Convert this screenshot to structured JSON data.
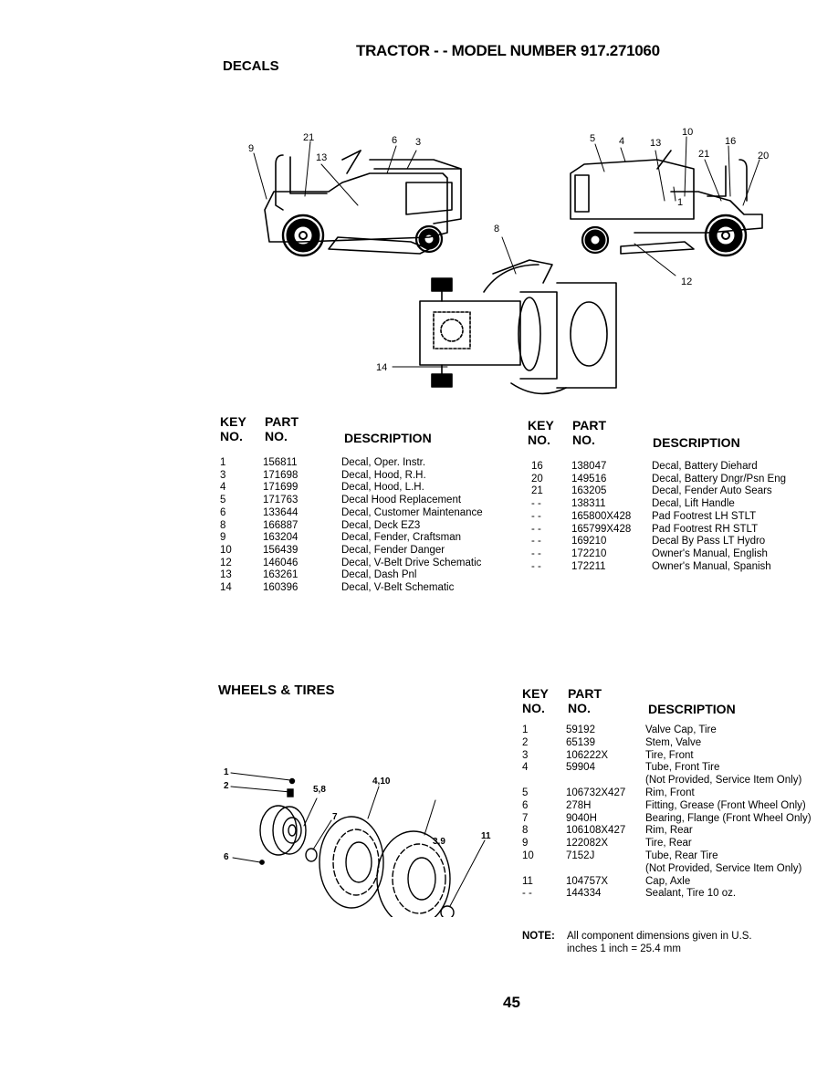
{
  "page": {
    "title": "TRACTOR - - MODEL NUMBER 917.271060",
    "page_number": "45"
  },
  "decals": {
    "section_title": "DECALS",
    "headers": {
      "key": "KEY",
      "no": "NO.",
      "part": "PART",
      "part_no": "NO.",
      "description": "DESCRIPTION"
    },
    "left_rows": [
      {
        "key": "1",
        "part": "156811",
        "desc": "Decal, Oper. Instr."
      },
      {
        "key": "3",
        "part": "171698",
        "desc": "Decal, Hood, R.H."
      },
      {
        "key": "4",
        "part": "171699",
        "desc": "Decal, Hood, L.H."
      },
      {
        "key": "5",
        "part": "171763",
        "desc": "Decal Hood Replacement"
      },
      {
        "key": "6",
        "part": "133644",
        "desc": "Decal, Customer Maintenance"
      },
      {
        "key": "8",
        "part": "166887",
        "desc": "Decal, Deck EZ3"
      },
      {
        "key": "9",
        "part": "163204",
        "desc": "Decal, Fender, Craftsman"
      },
      {
        "key": "10",
        "part": "156439",
        "desc": "Decal, Fender Danger"
      },
      {
        "key": "12",
        "part": "146046",
        "desc": "Decal, V-Belt Drive Schematic"
      },
      {
        "key": "13",
        "part": "163261",
        "desc": "Decal, Dash Pnl"
      },
      {
        "key": "14",
        "part": "160396",
        "desc": "Decal, V-Belt Schematic"
      }
    ],
    "right_rows": [
      {
        "key": "16",
        "part": "138047",
        "desc": "Decal, Battery Diehard"
      },
      {
        "key": "20",
        "part": "149516",
        "desc": "Decal, Battery Dngr/Psn Eng"
      },
      {
        "key": "21",
        "part": "163205",
        "desc": "Decal, Fender Auto Sears"
      },
      {
        "key": "- -",
        "part": "138311",
        "desc": "Decal, Lift Handle"
      },
      {
        "key": "- -",
        "part": "165800X428",
        "desc": "Pad Footrest LH STLT"
      },
      {
        "key": "- -",
        "part": "165799X428",
        "desc": "Pad Footrest RH STLT"
      },
      {
        "key": "- -",
        "part": "169210",
        "desc": "Decal By Pass  LT Hydro"
      },
      {
        "key": "- -",
        "part": "172210",
        "desc": "Owner's Manual, English"
      },
      {
        "key": "- -",
        "part": "172211",
        "desc": "Owner's Manual, Spanish"
      }
    ],
    "callouts": {
      "c9": "9",
      "c21a": "21",
      "c13a": "13",
      "c6": "6",
      "c3": "3",
      "c5": "5",
      "c4": "4",
      "c13b": "13",
      "c10": "10",
      "c16": "16",
      "c21b": "21",
      "c20": "20",
      "c1": "1",
      "c8": "8",
      "c12": "12",
      "c14": "14"
    }
  },
  "wheels": {
    "section_title": "WHEELS & TIRES",
    "headers": {
      "key": "KEY",
      "no": "NO.",
      "part": "PART",
      "part_no": "NO.",
      "description": "DESCRIPTION"
    },
    "rows": [
      {
        "key": "1",
        "part": "59192",
        "desc": "Valve Cap, Tire"
      },
      {
        "key": "2",
        "part": "65139",
        "desc": "Stem, Valve"
      },
      {
        "key": "3",
        "part": "106222X",
        "desc": "Tire, Front"
      },
      {
        "key": "4",
        "part": "59904",
        "desc": "Tube, Front Tire"
      },
      {
        "key": "",
        "part": "",
        "desc": "(Not Provided, Service Item Only)"
      },
      {
        "key": "5",
        "part": "106732X427",
        "desc": "Rim, Front"
      },
      {
        "key": "6",
        "part": "278H",
        "desc": "Fitting, Grease (Front Wheel Only)"
      },
      {
        "key": "7",
        "part": "9040H",
        "desc": "Bearing, Flange (Front Wheel Only)"
      },
      {
        "key": "8",
        "part": "106108X427",
        "desc": "Rim, Rear"
      },
      {
        "key": "9",
        "part": "122082X",
        "desc": "Tire, Rear"
      },
      {
        "key": "10",
        "part": "7152J",
        "desc": "Tube, Rear Tire"
      },
      {
        "key": "",
        "part": "",
        "desc": "(Not Provided, Service Item Only)"
      },
      {
        "key": "11",
        "part": "104757X",
        "desc": "Cap, Axle"
      },
      {
        "key": "- -",
        "part": "144334",
        "desc": "Sealant, Tire 10 oz."
      }
    ],
    "note_label": "NOTE:",
    "note_line1": "All component dimensions given in U.S.",
    "note_line2": "inches 1 inch = 25.4 mm",
    "callouts": {
      "c1": "1",
      "c2": "2",
      "c58": "5,8",
      "c410": "4,10",
      "c7": "7",
      "c39": "3,9",
      "c6": "6",
      "c11": "11"
    }
  }
}
